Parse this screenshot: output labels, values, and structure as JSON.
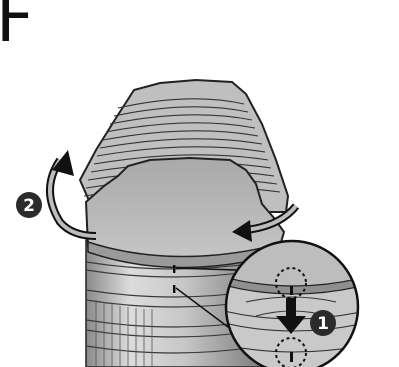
{
  "figure": {
    "corner_letter": "F",
    "callouts": [
      {
        "label": "2",
        "meaning": "rotate-hood"
      },
      {
        "label": "1",
        "meaning": "align-marks"
      }
    ]
  }
}
